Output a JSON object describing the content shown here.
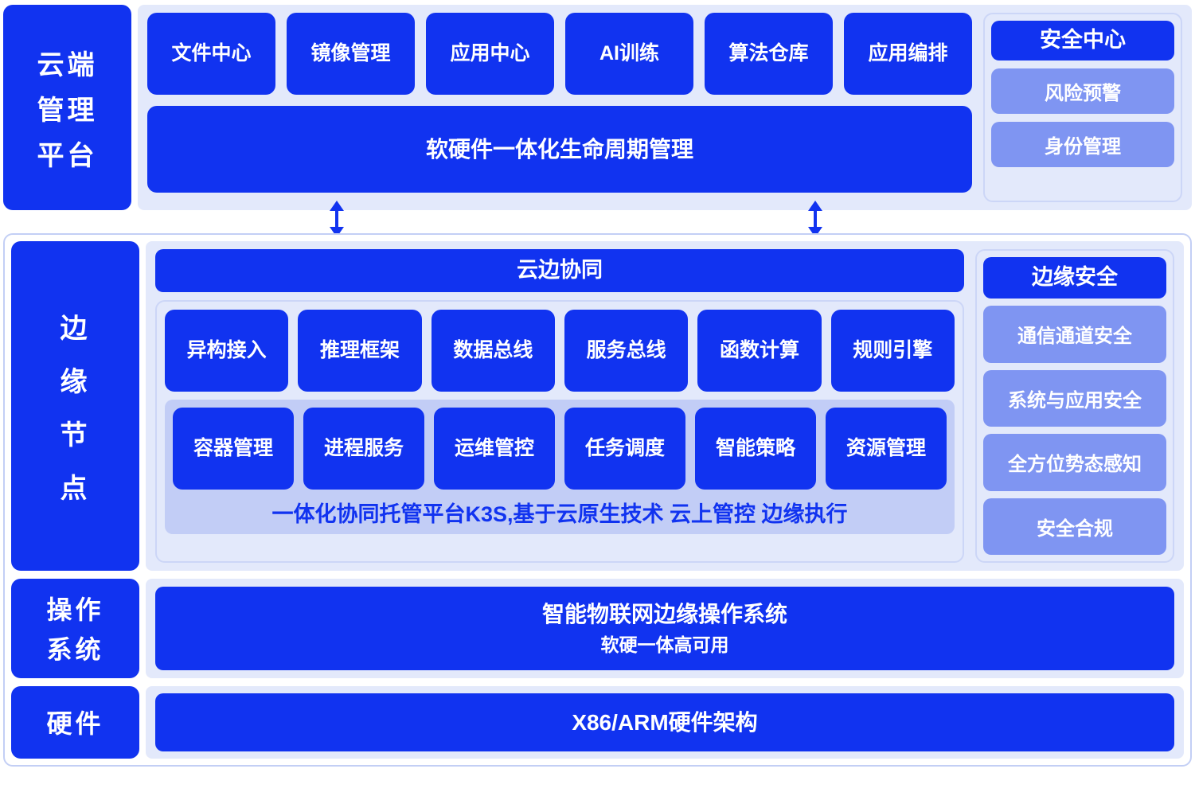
{
  "colors": {
    "primary_blue": "#1133f0",
    "light_blue_tile": "#7f95f2",
    "panel_bg": "#e3e9fb",
    "inner_band": "#c2cdf6",
    "border": "#c3cff5",
    "white": "#ffffff"
  },
  "cloud": {
    "rail_lines": [
      "云端",
      "管理",
      "平台"
    ],
    "tiles": [
      {
        "label": "文件中心"
      },
      {
        "label": "镜像管理"
      },
      {
        "label": "应用中心"
      },
      {
        "label": "AI训练"
      },
      {
        "label": "算法仓库"
      },
      {
        "label": "应用编排"
      }
    ],
    "lifecycle": "软硬件一体化生命周期管理",
    "security_center": {
      "title": "安全中心",
      "items": [
        {
          "label": "风险预警"
        },
        {
          "label": "身份管理"
        }
      ]
    }
  },
  "connectors": [
    {
      "name": "left-bidirectional-arrow",
      "type": "double-arrow-vertical"
    },
    {
      "name": "right-bidirectional-arrow",
      "type": "double-arrow-vertical"
    }
  ],
  "edge": {
    "rail_lines": [
      "边",
      "缘",
      "节",
      "点"
    ],
    "collaboration_bar": "云边协同",
    "upper_tiles": [
      {
        "label": "异构接入"
      },
      {
        "label": "推理框架"
      },
      {
        "label": "数据总线"
      },
      {
        "label": "服务总线"
      },
      {
        "label": "函数计算"
      },
      {
        "label": "规则引擎"
      }
    ],
    "lower_tiles": [
      {
        "label": "容器管理"
      },
      {
        "label": "进程服务"
      },
      {
        "label": "运维管控"
      },
      {
        "label": "任务调度"
      },
      {
        "label": "智能策略"
      },
      {
        "label": "资源管理"
      }
    ],
    "k3s_note": "一体化协同托管平台K3S,基于云原生技术 云上管控 边缘执行",
    "edge_security": {
      "title": "边缘安全",
      "items": [
        {
          "label": "通信通道安全"
        },
        {
          "label": "系统与应用安全"
        },
        {
          "label": "全方位势态感知"
        },
        {
          "label": "安全合规"
        }
      ]
    }
  },
  "os": {
    "rail_lines": [
      "操作",
      "系统"
    ],
    "title": "智能物联网边缘操作系统",
    "subtitle": "软硬一体高可用"
  },
  "hardware": {
    "rail_label": "硬件",
    "title": "X86/ARM硬件架构"
  }
}
